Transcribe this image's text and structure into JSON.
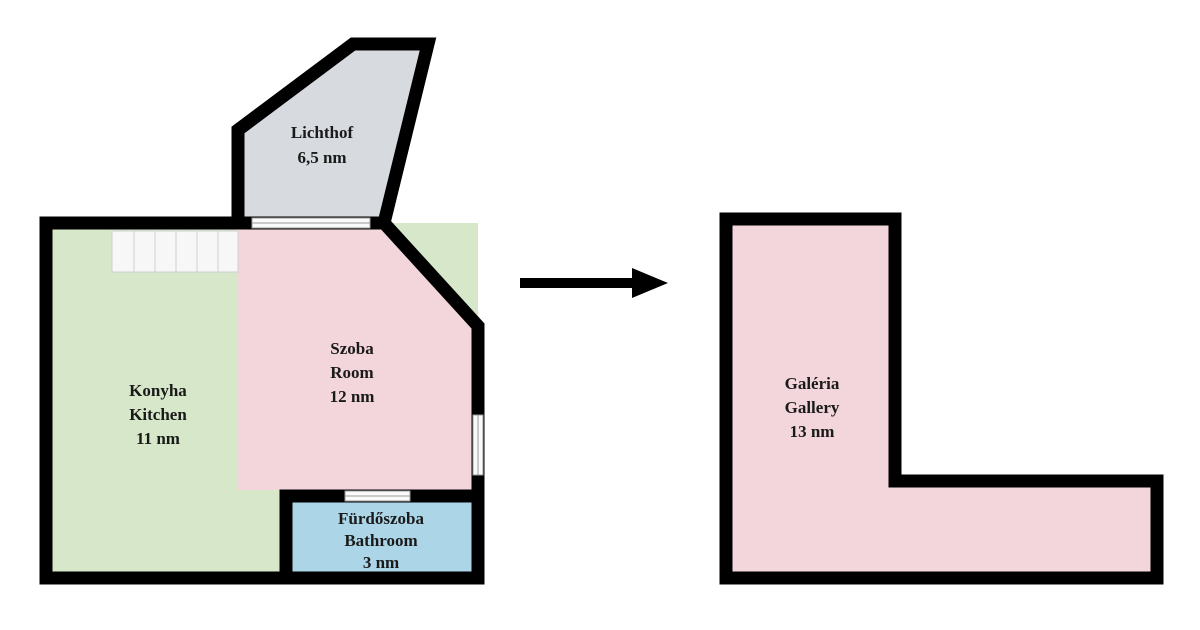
{
  "ground_floor": {
    "rooms": [
      {
        "id": "lichthof",
        "name_hu": "Lichthof",
        "area": "6,5 nm"
      },
      {
        "id": "room",
        "name_hu": "Szoba",
        "name_en": "Room",
        "area": "12 nm"
      },
      {
        "id": "kitchen",
        "name_hu": "Konyha",
        "name_en": "Kitchen",
        "area": "11 nm"
      },
      {
        "id": "bathroom",
        "name_hu": "Fürdőszoba",
        "name_en": "Bathroom",
        "area": "3 nm"
      }
    ]
  },
  "gallery_floor": {
    "rooms": [
      {
        "id": "gallery",
        "name_hu": "Galéria",
        "name_en": "Gallery",
        "area": "13 nm"
      }
    ]
  },
  "colors": {
    "kitchen": "#d6e8c9",
    "room": "#f2d6dc",
    "lichthof": "#d7dbe0",
    "bathroom": "#acd6e8",
    "gallery": "#f2d6dc",
    "wall": "#000000"
  },
  "icons": {
    "arrow": "arrow-right-icon"
  }
}
